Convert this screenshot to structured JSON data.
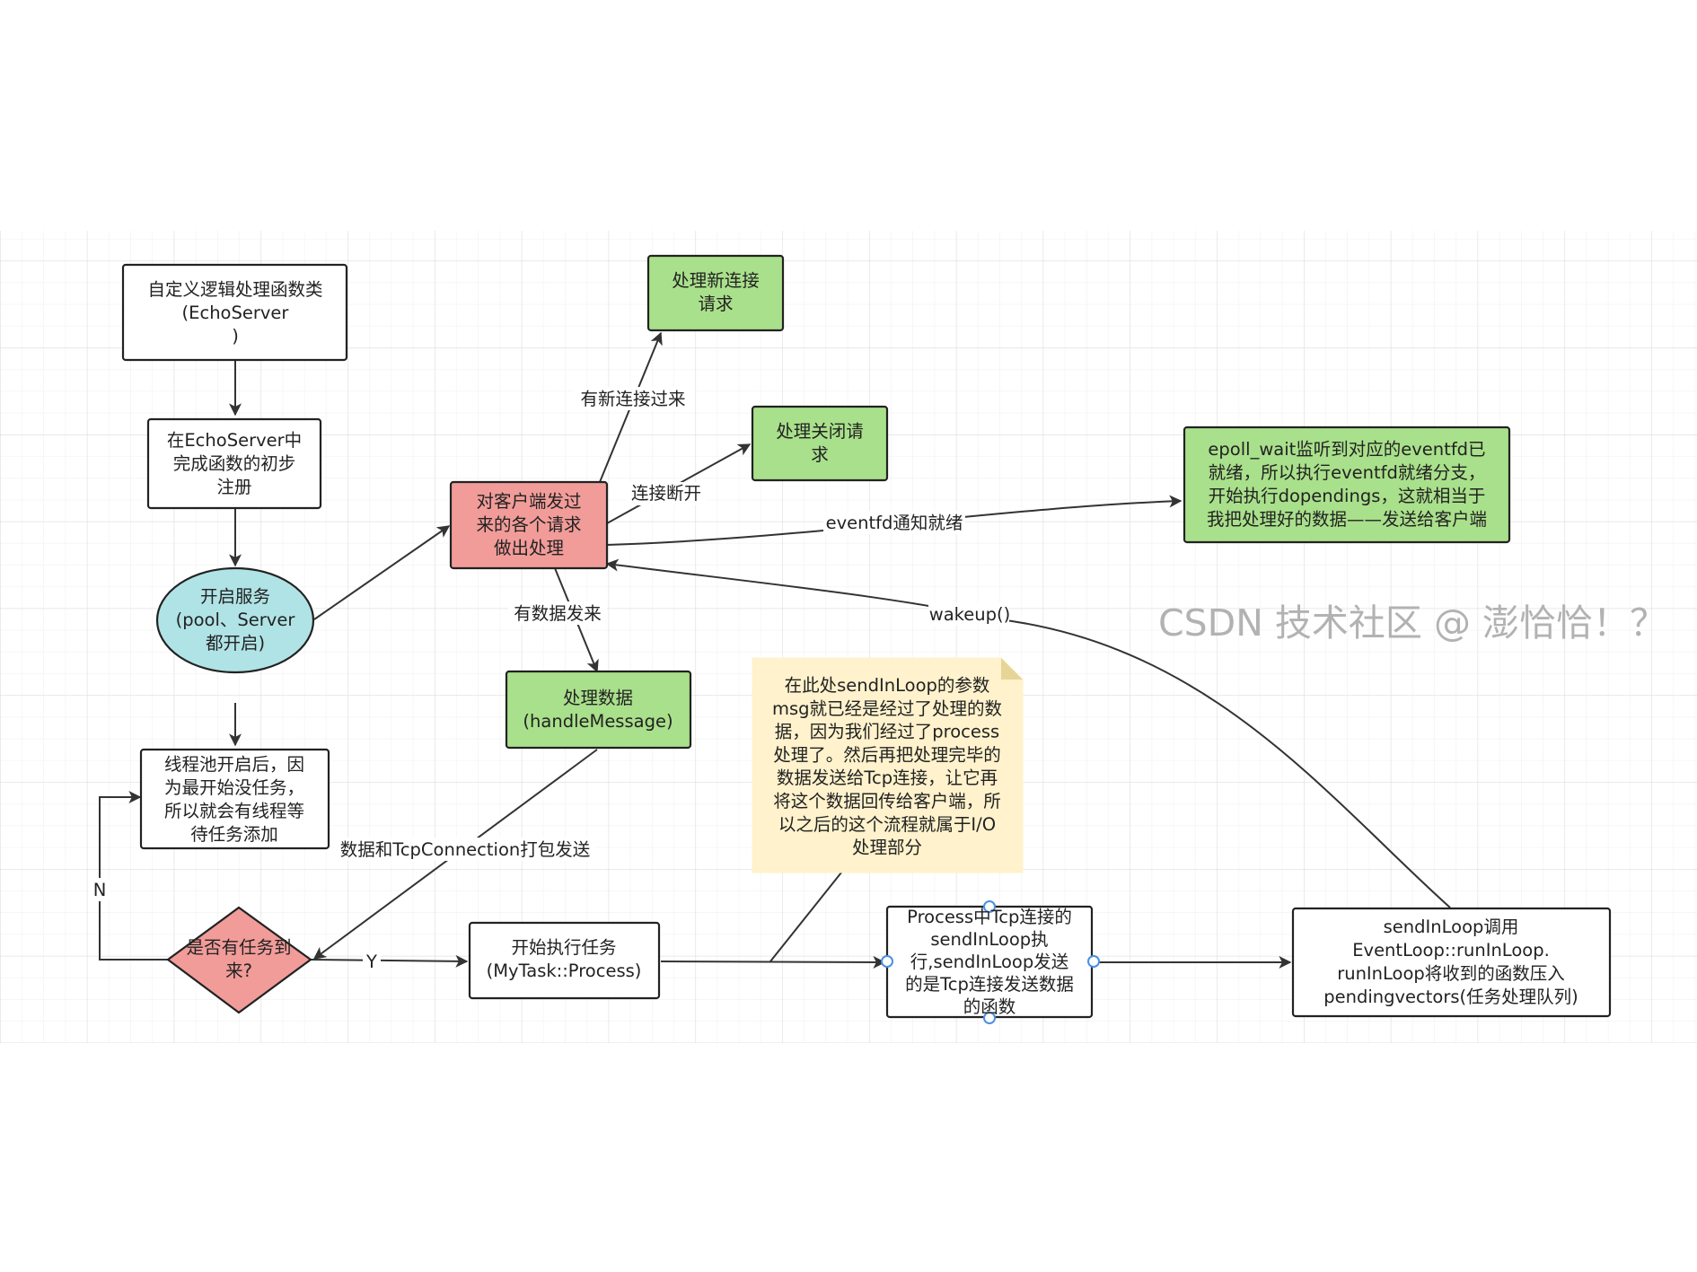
{
  "diagram": {
    "nodes": {
      "echoserver_class": {
        "lines": [
          "自定义逻辑处理函数类",
          "(EchoServer",
          ")"
        ],
        "shape": "rect",
        "fill": "#ffffff"
      },
      "echoserver_register": {
        "lines": [
          "在EchoServer中",
          "完成函数的初步",
          "注册"
        ],
        "shape": "rect",
        "fill": "#ffffff"
      },
      "start_service": {
        "lines": [
          "开启服务",
          "(pool、Server",
          "都开启)"
        ],
        "shape": "ellipse",
        "fill": "#b0e3e6"
      },
      "threadpool_wait": {
        "lines": [
          "线程池开启后，因",
          "为最开始没任务，",
          "所以就会有线程等",
          "待任务添加"
        ],
        "shape": "rect",
        "fill": "#ffffff"
      },
      "task_decision": {
        "lines": [
          "是否有任务到",
          "来?"
        ],
        "shape": "diamond",
        "fill": "#f19c99"
      },
      "handle_requests": {
        "lines": [
          "对客户端发过",
          "来的各个请求",
          "做出处理"
        ],
        "shape": "rect",
        "fill": "#f19c99"
      },
      "new_connection": {
        "lines": [
          "处理新连接",
          "请求"
        ],
        "shape": "rect",
        "fill": "#a9e08b"
      },
      "close_request": {
        "lines": [
          "处理关闭请",
          "求"
        ],
        "shape": "rect",
        "fill": "#a9e08b"
      },
      "handle_message": {
        "lines": [
          "处理数据",
          "(handleMessage)"
        ],
        "shape": "rect",
        "fill": "#a9e08b"
      },
      "epoll_dopendings": {
        "lines": [
          "epoll_wait监听到对应的eventfd已",
          "就绪，所以执行eventfd就绪分支，",
          "开始执行dopendings，这就相当于",
          "我把处理好的数据——发送给客户端"
        ],
        "shape": "rect",
        "fill": "#a9e08b"
      },
      "execute_task": {
        "lines": [
          "开始执行任务",
          "(MyTask::Process)"
        ],
        "shape": "rect",
        "fill": "#ffffff"
      },
      "process_sendinloop": {
        "lines": [
          "Process中Tcp连接的",
          "sendInLoop执",
          "行,sendInLoop发送",
          "的是Tcp连接发送数据",
          "的函数"
        ],
        "shape": "rect",
        "fill": "#ffffff"
      },
      "runinloop": {
        "lines": [
          "sendInLoop调用",
          "EventLoop::runInLoop.",
          "runInLoop将收到的函数压入",
          "pendingvectors(任务处理队列)"
        ],
        "shape": "rect",
        "fill": "#ffffff"
      }
    },
    "note": {
      "lines": [
        "在此处sendInLoop的参数",
        "msg就已经是经过了处理的数",
        "据，因为我们经过了process",
        "处理了。然后再把处理完毕的",
        "数据发送给Tcp连接，让它再",
        "将这个数据回传给客户端，所",
        "以之后的这个流程就属于I/O",
        "处理部分"
      ],
      "fill": "#fff2cc"
    },
    "edge_labels": {
      "new_conn": "有新连接过来",
      "disconnect": "连接断开",
      "eventfd": "eventfd通知就绪",
      "data_arrive": "有数据发来",
      "pack_send": "数据和TcpConnection打包发送",
      "wakeup": "wakeup()",
      "no": "N",
      "yes": "Y"
    },
    "watermark": "CSDN 技术社区 @ 澎恰恰！？",
    "colors": {
      "line": "#333333",
      "grid": "#e6e6e6",
      "border": "#222222"
    }
  }
}
